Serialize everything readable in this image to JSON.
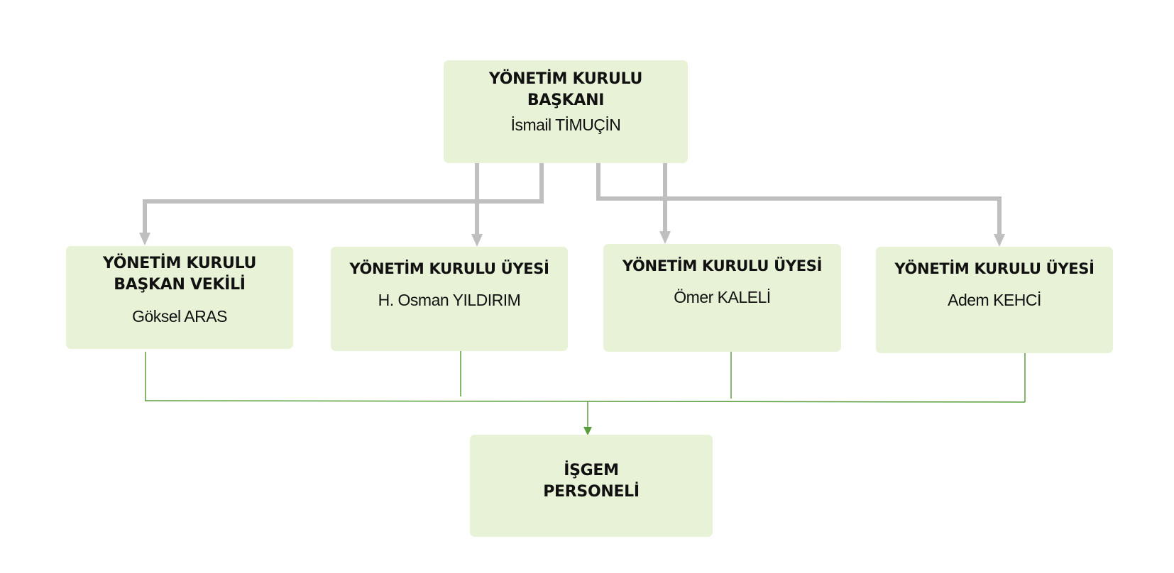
{
  "colors": {
    "box_fill": "#e7f2d6",
    "top_connector": "#bfbfbf",
    "bottom_connector": "#5a9e3c",
    "text": "#111111"
  },
  "chairman": {
    "role_line1": "YÖNETİM KURULU",
    "role_line2": "BAŞKANI",
    "name": "İsmail TİMUÇİN"
  },
  "members": [
    {
      "role_line1": "YÖNETİM KURULU",
      "role_line2": "BAŞKAN VEKİLİ",
      "name": "Göksel ARAS"
    },
    {
      "role_line1": "YÖNETİM KURULU ÜYESİ",
      "role_line2": "",
      "name": "H. Osman YILDIRIM"
    },
    {
      "role_line1": "YÖNETİM KURULU ÜYESİ",
      "role_line2": "",
      "name": "Ömer KALELİ"
    },
    {
      "role_line1": "YÖNETİM KURULU ÜYESİ",
      "role_line2": "",
      "name": "Adem KEHCİ"
    }
  ],
  "staff": {
    "line1": "İŞGEM",
    "line2": "PERSONELİ"
  }
}
